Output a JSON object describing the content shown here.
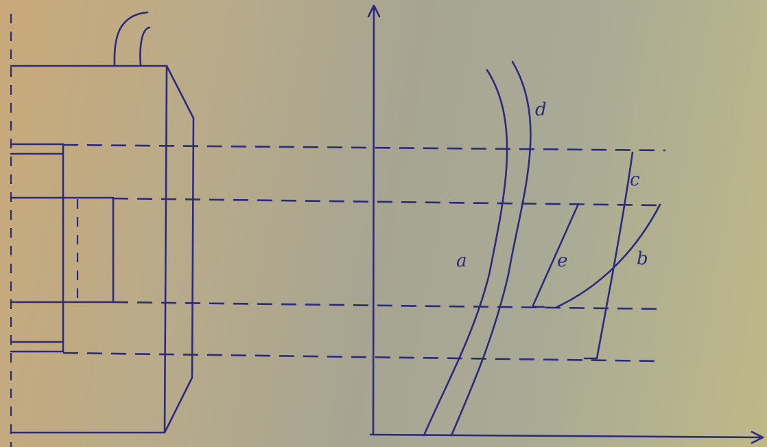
{
  "diagram": {
    "curve_labels": {
      "a": "a",
      "b": "b",
      "c": "c",
      "d": "d",
      "e": "e"
    },
    "colors": {
      "ink": "#2c2a7a",
      "paper": "#b5ad8e"
    }
  }
}
